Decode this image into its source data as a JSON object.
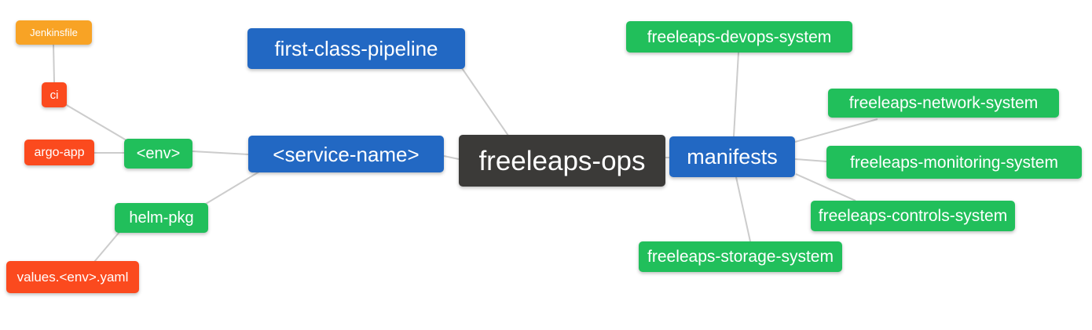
{
  "diagram": {
    "title": "freeleaps-ops mind map",
    "background": "#ffffff",
    "edge_color": "#cccccc",
    "colors": {
      "blue": "#2268c3",
      "green": "#21bf5b",
      "dark": "#3b3a38",
      "orange": "#f8a325",
      "red": "#fb4a1e",
      "edge": "#cccccc",
      "bg": "#ffffff",
      "text": "#ffffff"
    },
    "nodes": [
      {
        "id": "jenkinsfile",
        "label": "Jenkinsfile",
        "color": "orange"
      },
      {
        "id": "ci",
        "label": "ci",
        "color": "red"
      },
      {
        "id": "argo-app",
        "label": "argo-app",
        "color": "red"
      },
      {
        "id": "env",
        "label": "<env>",
        "color": "green"
      },
      {
        "id": "helm-pkg",
        "label": "helm-pkg",
        "color": "green"
      },
      {
        "id": "values-env-yaml",
        "label": "values.<env>.yaml",
        "color": "red"
      },
      {
        "id": "first-class-pipeline",
        "label": "first-class-pipeline",
        "color": "blue"
      },
      {
        "id": "service-name",
        "label": "<service-name>",
        "color": "blue"
      },
      {
        "id": "freeleaps-ops",
        "label": "freeleaps-ops",
        "color": "dark"
      },
      {
        "id": "manifests",
        "label": "manifests",
        "color": "blue"
      },
      {
        "id": "freeleaps-devops-system",
        "label": "freeleaps-devops-system",
        "color": "green"
      },
      {
        "id": "freeleaps-network-system",
        "label": "freeleaps-network-system",
        "color": "green"
      },
      {
        "id": "freeleaps-monitoring-system",
        "label": "freeleaps-monitoring-system",
        "color": "green"
      },
      {
        "id": "freeleaps-controls-system",
        "label": "freeleaps-controls-system",
        "color": "green"
      },
      {
        "id": "freeleaps-storage-system",
        "label": "freeleaps-storage-system",
        "color": "green"
      }
    ],
    "edges": [
      {
        "from": "jenkinsfile",
        "to": "ci"
      },
      {
        "from": "ci",
        "to": "env"
      },
      {
        "from": "argo-app",
        "to": "env"
      },
      {
        "from": "env",
        "to": "service-name"
      },
      {
        "from": "helm-pkg",
        "to": "service-name"
      },
      {
        "from": "values-env-yaml",
        "to": "helm-pkg"
      },
      {
        "from": "first-class-pipeline",
        "to": "freeleaps-ops"
      },
      {
        "from": "service-name",
        "to": "freeleaps-ops"
      },
      {
        "from": "freeleaps-ops",
        "to": "manifests"
      },
      {
        "from": "manifests",
        "to": "freeleaps-devops-system"
      },
      {
        "from": "manifests",
        "to": "freeleaps-network-system"
      },
      {
        "from": "manifests",
        "to": "freeleaps-monitoring-system"
      },
      {
        "from": "manifests",
        "to": "freeleaps-controls-system"
      },
      {
        "from": "manifests",
        "to": "freeleaps-storage-system"
      }
    ]
  }
}
